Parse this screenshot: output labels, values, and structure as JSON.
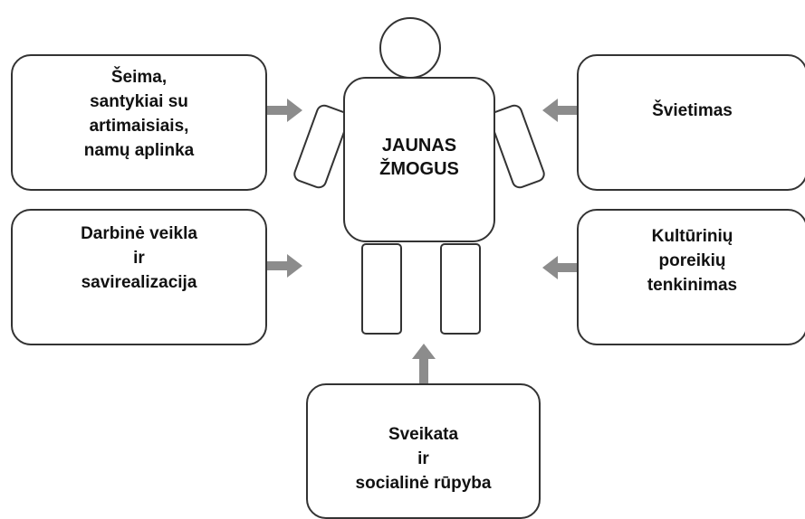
{
  "person": {
    "label_line1": "JAUNAS",
    "label_line2": "ŽMOGUS"
  },
  "boxes": {
    "family": {
      "lines": [
        "Šeima,",
        "santykiai su",
        "artimaisiais,",
        "namų aplinka"
      ]
    },
    "education": {
      "lines": [
        "Švietimas"
      ]
    },
    "work": {
      "lines": [
        "Darbinė veikla",
        "ir",
        "savirealizacija"
      ]
    },
    "culture": {
      "lines": [
        "Kultūrinių",
        "poreikių",
        "tenkinimas"
      ]
    },
    "health": {
      "lines": [
        "Sveikata",
        "ir",
        "socialinė rūpyba"
      ]
    }
  },
  "colors": {
    "arrow": "#8c8c8c",
    "outline": "#333333",
    "text": "#111111"
  },
  "icons": [
    "double-arrow-icon"
  ]
}
